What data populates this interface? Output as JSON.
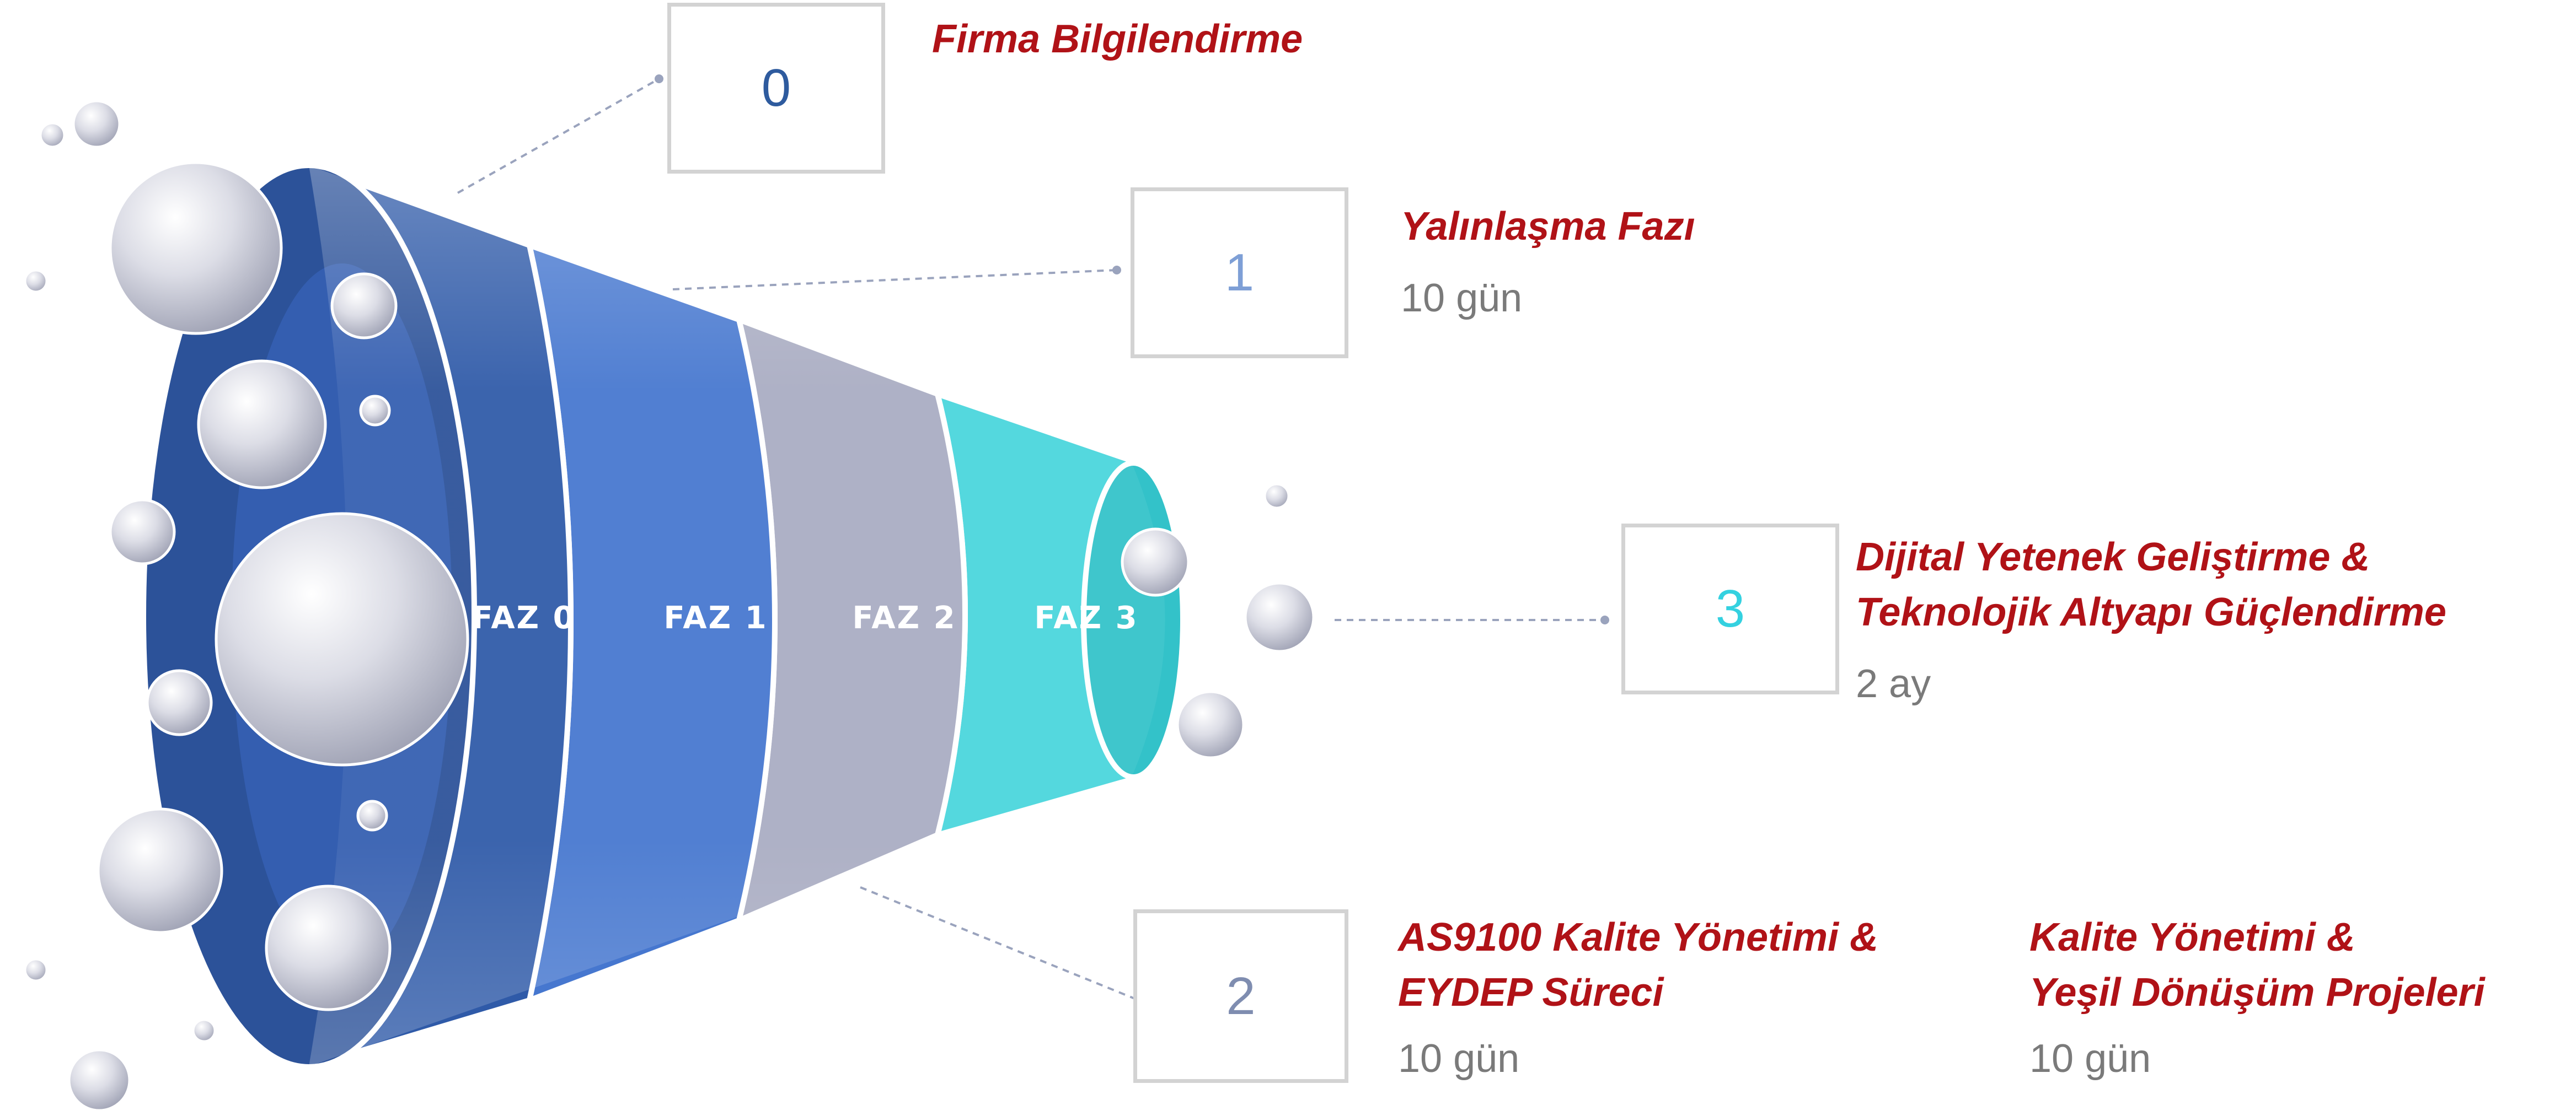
{
  "colors": {
    "faz0": "#2f5aa8",
    "faz1": "#4677cf",
    "faz2": "#a9acc2",
    "faz3": "#49d6dc",
    "title_red": "#b01217",
    "duration_gray": "#7a7a7a",
    "box_border": "#d3d3d3",
    "box_num_0": "#2e5b9e",
    "box_num_1": "#7e9fd6",
    "box_num_2": "#7f8db0",
    "box_num_3": "#34d1e0"
  },
  "funnel": {
    "segments": [
      {
        "label": "FAZ 0"
      },
      {
        "label": "FAZ 1"
      },
      {
        "label": "FAZ 2"
      },
      {
        "label": "FAZ 3"
      }
    ]
  },
  "phases": [
    {
      "number": "0",
      "title": "Firma Bilgilendirme",
      "duration": ""
    },
    {
      "number": "1",
      "title": "Yalınlaşma Fazı",
      "duration": "10 gün"
    },
    {
      "number": "2",
      "title_line1": "AS9100  Kalite Yönetimi &",
      "title_line2": "EYDEP Süreci",
      "duration": "10 gün"
    },
    {
      "number": "3",
      "title_line1": "Dijital Yetenek Geliştirme &",
      "title_line2": "Teknolojik Altyapı Güçlendirme",
      "duration": "2 ay"
    }
  ],
  "extra_project": {
    "title_line1": "Kalite Yönetimi &",
    "title_line2": "Yeşil Dönüşüm Projeleri",
    "duration": "10 gün"
  },
  "icons": {
    "decoration": "bubble-icon"
  }
}
